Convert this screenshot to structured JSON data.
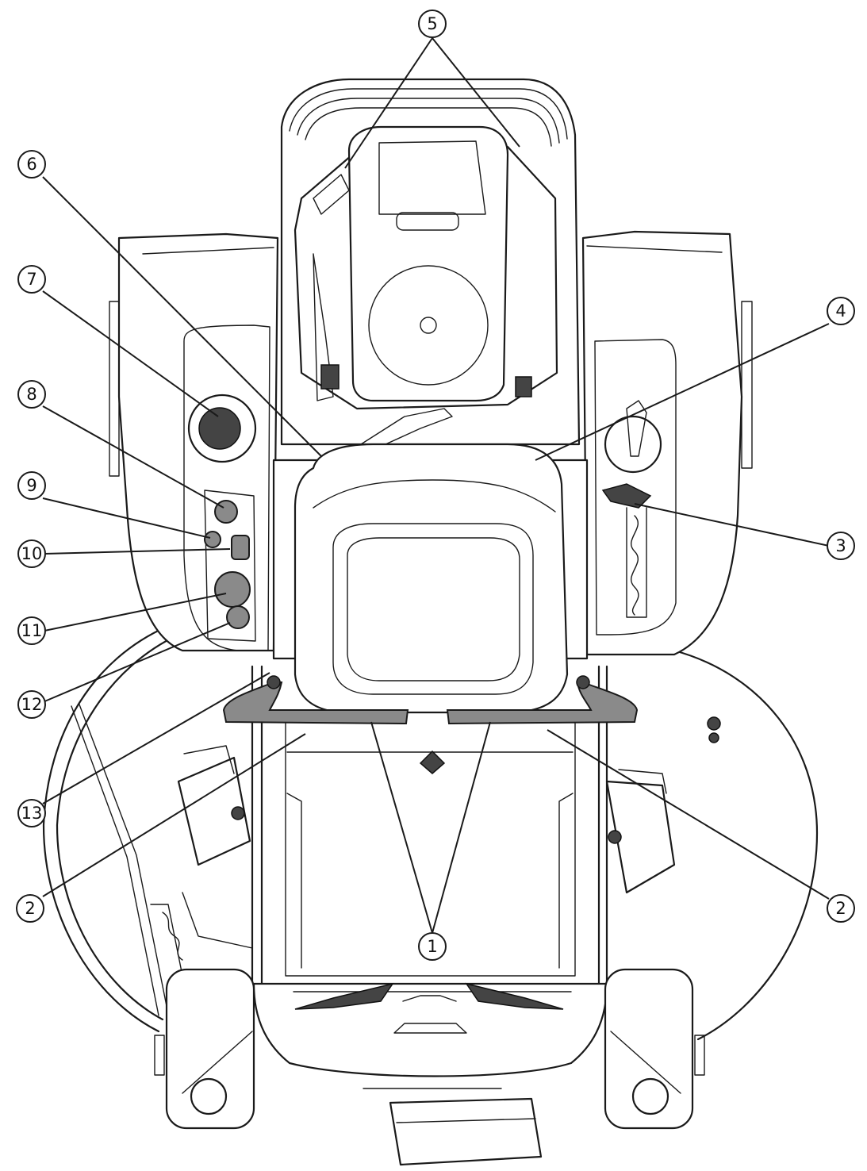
{
  "callouts": [
    {
      "id": "c5",
      "label": "5"
    },
    {
      "id": "c6",
      "label": "6"
    },
    {
      "id": "c7",
      "label": "7"
    },
    {
      "id": "c4",
      "label": "4"
    },
    {
      "id": "c8",
      "label": "8"
    },
    {
      "id": "c9",
      "label": "9"
    },
    {
      "id": "c10",
      "label": "10"
    },
    {
      "id": "c3",
      "label": "3"
    },
    {
      "id": "c11",
      "label": "11"
    },
    {
      "id": "c12",
      "label": "12"
    },
    {
      "id": "c13",
      "label": "13"
    },
    {
      "id": "c2l",
      "label": "2"
    },
    {
      "id": "c2r",
      "label": "2"
    },
    {
      "id": "c1",
      "label": "1"
    }
  ]
}
